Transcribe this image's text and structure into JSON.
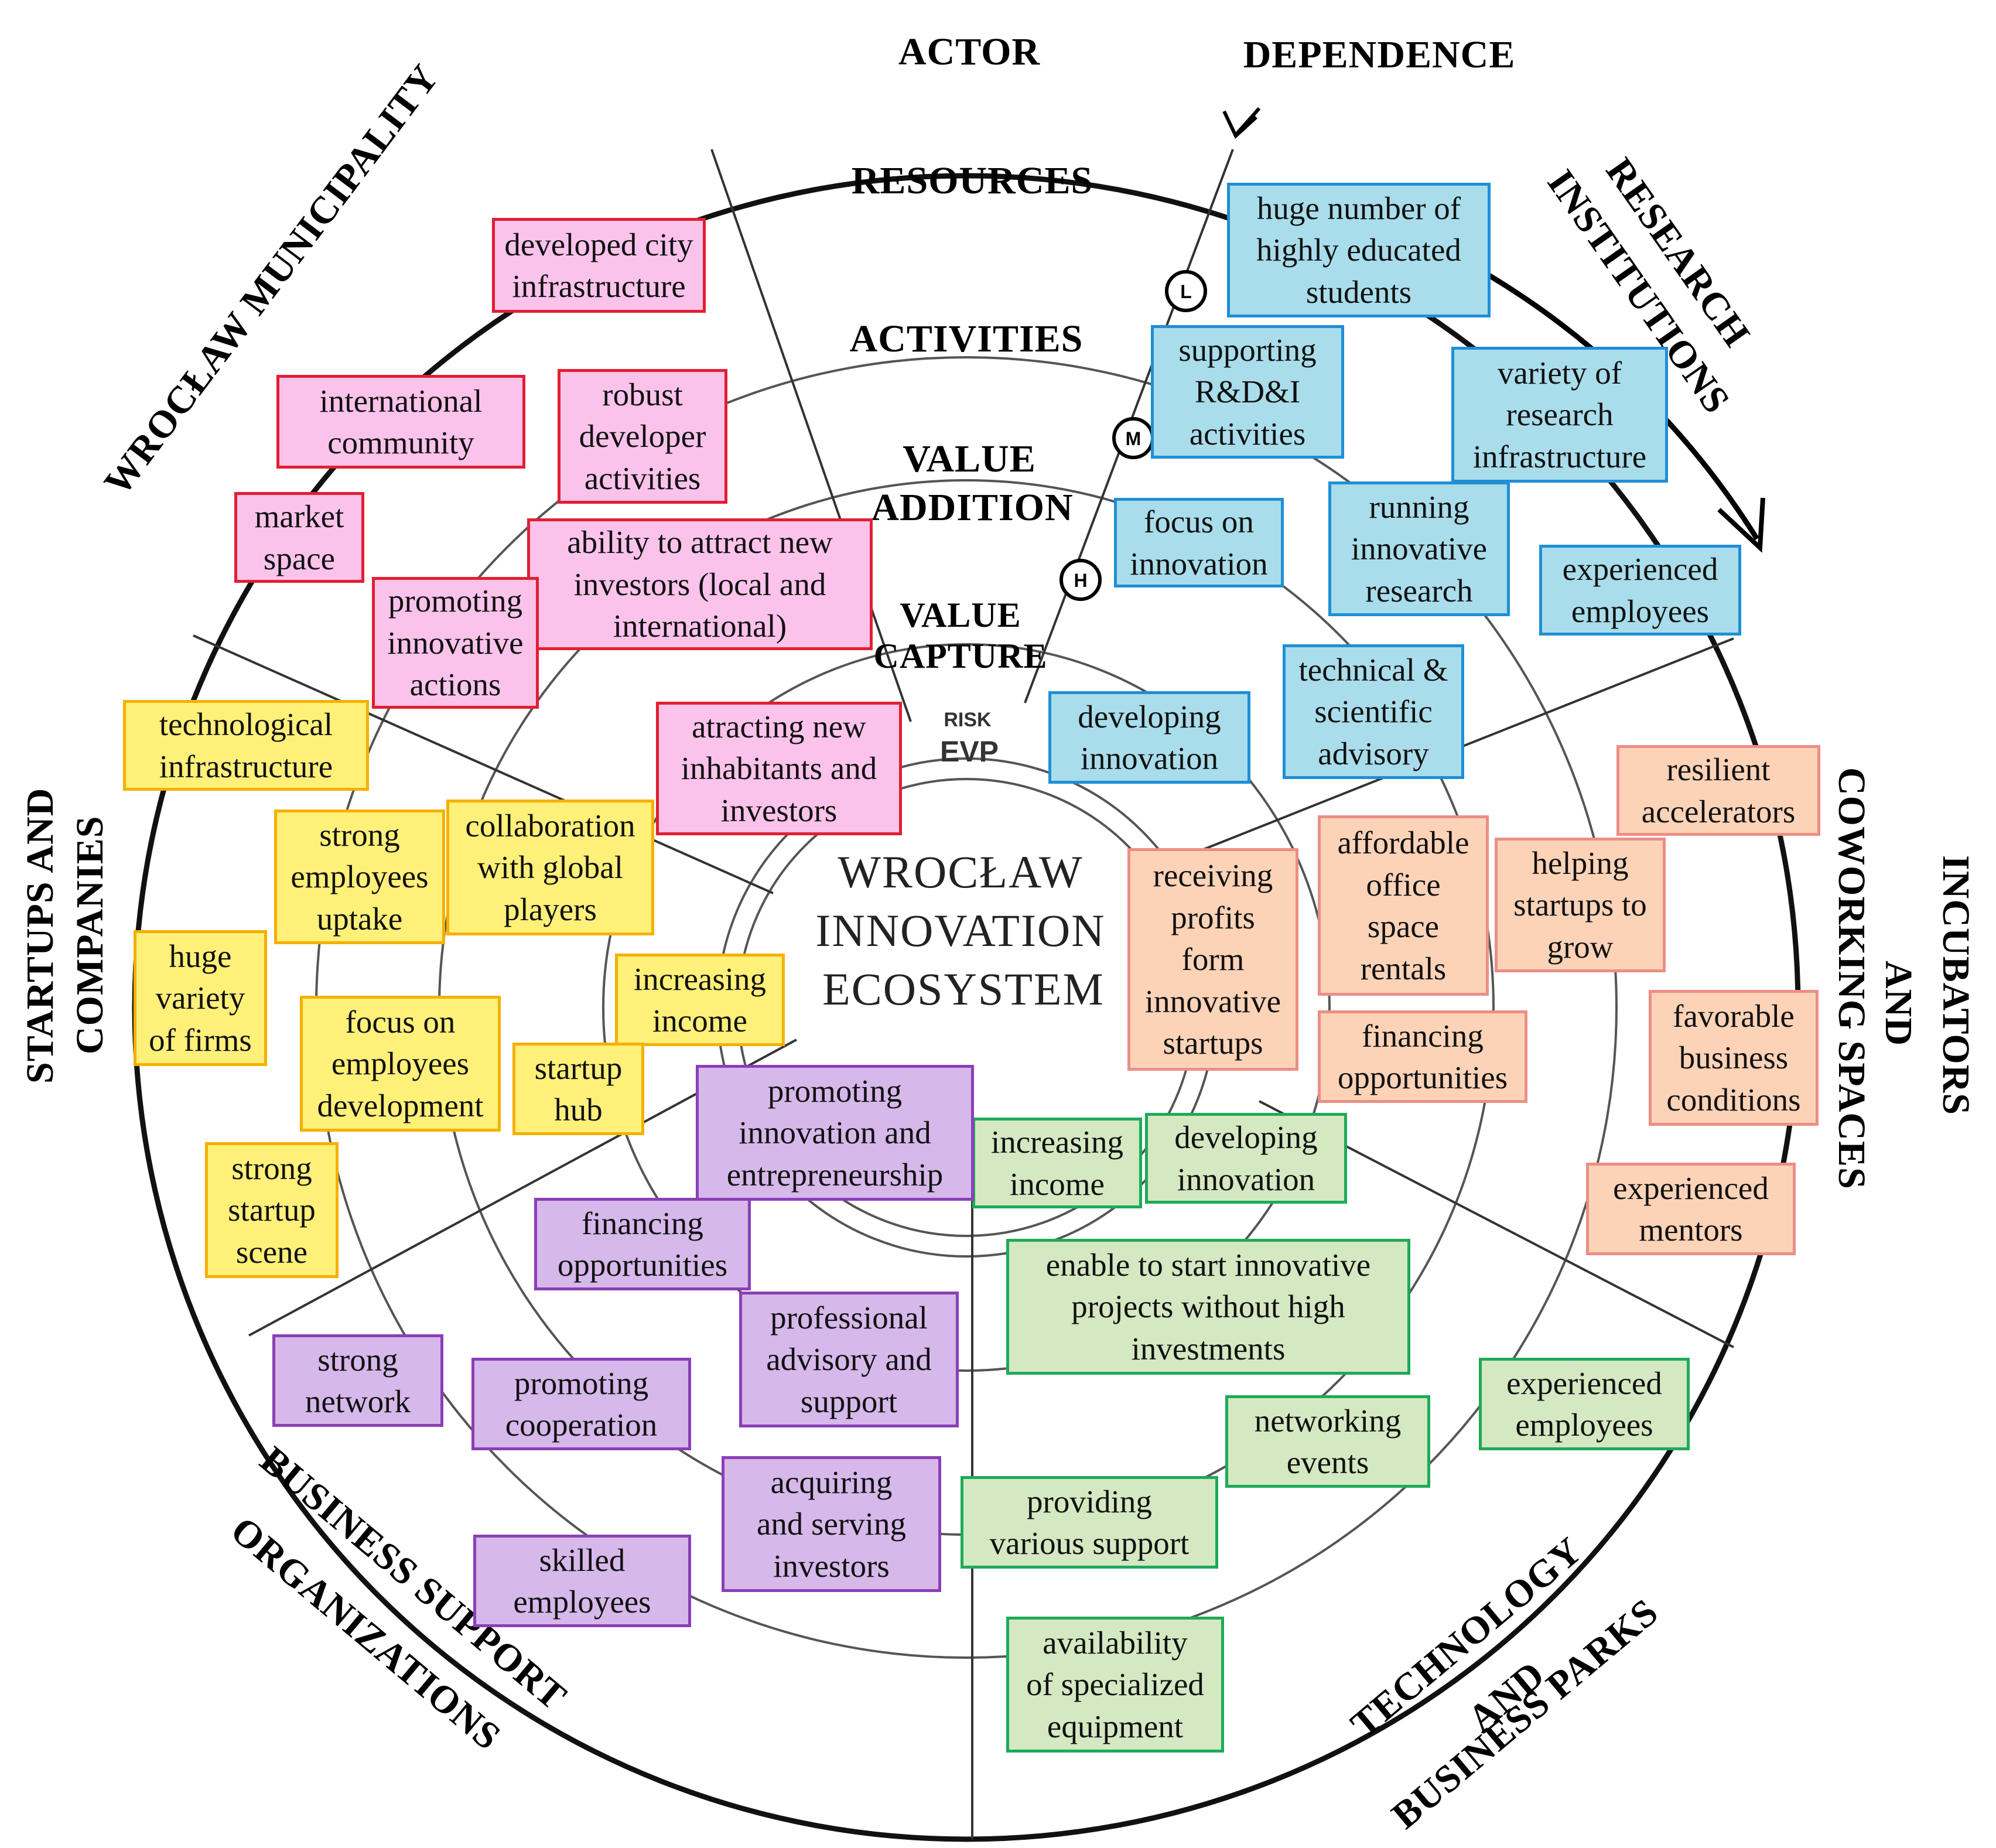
{
  "labels": {
    "actor": "ACTOR",
    "dependence": "DEPENDENCE",
    "resources": "RESOURCES",
    "activities": "ACTIVITIES",
    "value_addition_1": "VALUE",
    "value_addition_2": "ADDITION",
    "value_capture_1": "VALUE",
    "value_capture_2": "CAPTURE",
    "risk": "RISK",
    "evp": "EVP",
    "center_1": "WROCŁAW",
    "center_2": "INNOVATION",
    "center_3": "ECOSYSTEM",
    "marker_l": "L",
    "marker_m": "M",
    "marker_h": "H"
  },
  "segments": {
    "wroclaw_municipality": "WROCŁAW MUNICIPALITY",
    "research_1": "RESEARCH",
    "research_2": "INSTITUTIONS",
    "incubators_1": "INCUBATORS",
    "incubators_2": "AND",
    "incubators_3": "COWORKING SPACES",
    "technology_1": "TECHNOLOGY",
    "technology_2": "AND",
    "technology_3": "BUSINESS PARKS",
    "business_1": "BUSINESS SUPPORT",
    "business_2": "ORGANIZATIONS",
    "startups_1": "STARTUPS AND",
    "startups_2": "COMPANIES"
  },
  "colors": {
    "municipality_fill": "#FBC3EC",
    "municipality_border": "#E11F32",
    "research_fill": "#A9DDEB",
    "research_border": "#1F8FD6",
    "incubators_fill": "#FDD3B8",
    "incubators_border": "#EC8E86",
    "technology_fill": "#D4E8C2",
    "technology_border": "#1EAA5A",
    "business_fill": "#D6B8EA",
    "business_border": "#8B3FB7",
    "startups_fill": "#FFF07A",
    "startups_border": "#F5B000"
  },
  "notes": [
    {
      "id": "developed-city-infrastructure",
      "group": "municipality",
      "text": "developed city\ninfrastructure"
    },
    {
      "id": "international-community",
      "group": "municipality",
      "text": "international\ncommunity"
    },
    {
      "id": "robust-developer-activities",
      "group": "municipality",
      "text": "robust\ndeveloper\nactivities"
    },
    {
      "id": "market-space",
      "group": "municipality",
      "text": "market\nspace"
    },
    {
      "id": "ability-to-attract-investors",
      "group": "municipality",
      "text": "ability to attract new\ninvestors (local and\ninternational)"
    },
    {
      "id": "promoting-innovative-actions",
      "group": "municipality",
      "text": "promoting\ninnovative\nactions"
    },
    {
      "id": "attracting-inhabitants-investors",
      "group": "municipality",
      "text": "atracting new\ninhabitants and\ninvestors"
    },
    {
      "id": "highly-educated-students",
      "group": "research",
      "text": "huge number of\nhighly educated\nstudents"
    },
    {
      "id": "supporting-rdi",
      "group": "research",
      "text": "supporting\nR&D&I\nactivities"
    },
    {
      "id": "research-infrastructure",
      "group": "research",
      "text": "variety of\nresearch\ninfrastructure"
    },
    {
      "id": "focus-on-innovation",
      "group": "research",
      "text": "focus on\ninnovation"
    },
    {
      "id": "running-innovative-research",
      "group": "research",
      "text": "running\ninnovative\nresearch"
    },
    {
      "id": "research-experienced-employees",
      "group": "research",
      "text": "experienced\nemployees"
    },
    {
      "id": "research-developing-innovation",
      "group": "research",
      "text": "developing\ninnovation"
    },
    {
      "id": "technical-scientific-advisory",
      "group": "research",
      "text": "technical &\nscientific\nadvisory"
    },
    {
      "id": "resilient-accelerators",
      "group": "incubators",
      "text": "resilient\naccelerators"
    },
    {
      "id": "affordable-office-space",
      "group": "incubators",
      "text": "affordable\noffice\nspace\nrentals"
    },
    {
      "id": "helping-startups-grow",
      "group": "incubators",
      "text": "helping\nstartups to\ngrow"
    },
    {
      "id": "receiving-profits",
      "group": "incubators",
      "text": "receiving\nprofits\nform\ninnovative\nstartups"
    },
    {
      "id": "favorable-business-conditions",
      "group": "incubators",
      "text": "favorable\nbusiness\nconditions"
    },
    {
      "id": "incubators-financing-opportunities",
      "group": "incubators",
      "text": "financing\nopportunities"
    },
    {
      "id": "experienced-mentors",
      "group": "incubators",
      "text": "experienced\nmentors"
    },
    {
      "id": "technology-increasing-income",
      "group": "technology",
      "text": "increasing\nincome"
    },
    {
      "id": "technology-developing-innovation",
      "group": "technology",
      "text": "developing\ninnovation"
    },
    {
      "id": "start-innovative-projects",
      "group": "technology",
      "text": "enable to start innovative\nprojects without high\ninvestments"
    },
    {
      "id": "technology-experienced-employees",
      "group": "technology",
      "text": "experienced\nemployees"
    },
    {
      "id": "networking-events",
      "group": "technology",
      "text": "networking\nevents"
    },
    {
      "id": "providing-various-support",
      "group": "technology",
      "text": "providing\nvarious support"
    },
    {
      "id": "specialized-equipment",
      "group": "technology",
      "text": "availability\nof specialized\nequipment"
    },
    {
      "id": "promoting-innovation-entrepreneurship",
      "group": "business",
      "text": "promoting\ninnovation and\nentrepreneurship"
    },
    {
      "id": "business-financing-opportunities",
      "group": "business",
      "text": "financing\nopportunities"
    },
    {
      "id": "professional-advisory-support",
      "group": "business",
      "text": "professional\nadvisory and\nsupport"
    },
    {
      "id": "strong-network",
      "group": "business",
      "text": "strong\nnetwork"
    },
    {
      "id": "promoting-cooperation",
      "group": "business",
      "text": "promoting\ncooperation"
    },
    {
      "id": "acquiring-serving-investors",
      "group": "business",
      "text": "acquiring\nand serving\ninvestors"
    },
    {
      "id": "skilled-employees",
      "group": "business",
      "text": "skilled\nemployees"
    },
    {
      "id": "technological-infrastructure",
      "group": "startups",
      "text": "technological\ninfrastructure"
    },
    {
      "id": "strong-employees-uptake",
      "group": "startups",
      "text": "strong\nemployees\nuptake"
    },
    {
      "id": "collaboration-global-players",
      "group": "startups",
      "text": "collaboration\nwith global\nplayers"
    },
    {
      "id": "huge-variety-of-firms",
      "group": "startups",
      "text": "huge\nvariety\nof firms"
    },
    {
      "id": "focus-employees-development",
      "group": "startups",
      "text": "focus on\nemployees\ndevelopment"
    },
    {
      "id": "startups-increasing-income",
      "group": "startups",
      "text": "increasing\nincome"
    },
    {
      "id": "startup-hub",
      "group": "startups",
      "text": "startup\nhub"
    },
    {
      "id": "strong-startup-scene",
      "group": "startups",
      "text": "strong\nstartup\nscene"
    }
  ]
}
